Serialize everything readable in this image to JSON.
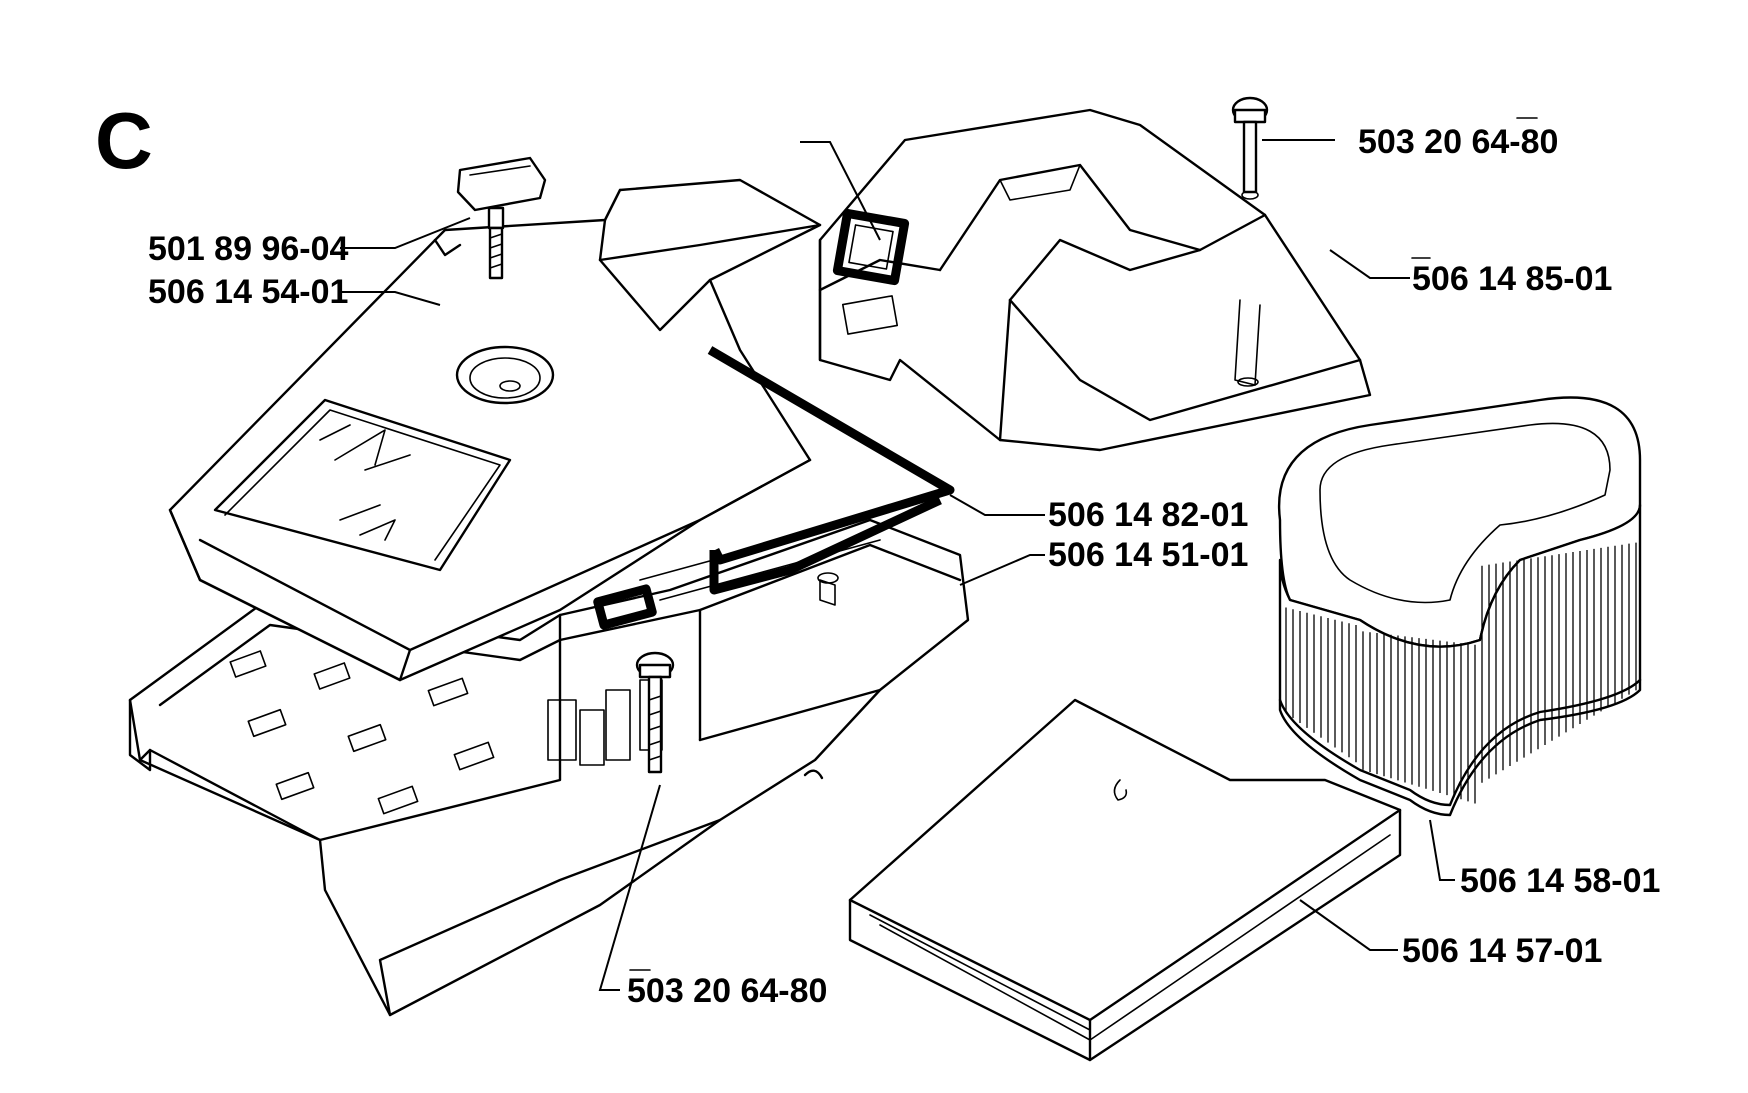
{
  "section": "C",
  "parts": [
    {
      "id": "oil-cap",
      "label": "501 89 96-04"
    },
    {
      "id": "top-cover",
      "label": "506 14 54-01"
    },
    {
      "id": "screw-top",
      "label": "503 20 64-80"
    },
    {
      "id": "filter-cover",
      "label": "506 14 85-01"
    },
    {
      "id": "gasket",
      "label": "506 14 82-01"
    },
    {
      "id": "filter-housing",
      "label": "506 14 51-01"
    },
    {
      "id": "air-filter",
      "label": "506 14 58-01"
    },
    {
      "id": "pre-filter",
      "label": "506 14 57-01"
    },
    {
      "id": "screw-bottom",
      "label": "503 20 64-80"
    }
  ]
}
